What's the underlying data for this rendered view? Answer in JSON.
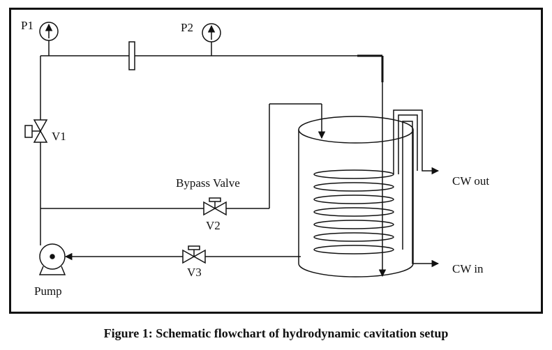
{
  "labels": {
    "p1": "P1",
    "p2": "P2",
    "v1": "V1",
    "v2": "V2",
    "v3": "V3",
    "bypass": "Bypass Valve",
    "pump": "Pump",
    "cw_out": "CW out",
    "cw_in": "CW in"
  },
  "caption": "Figure 1: Schematic flowchart of hydrodynamic cavitation setup",
  "colors": {
    "line": "#111111",
    "background": "#ffffff"
  }
}
